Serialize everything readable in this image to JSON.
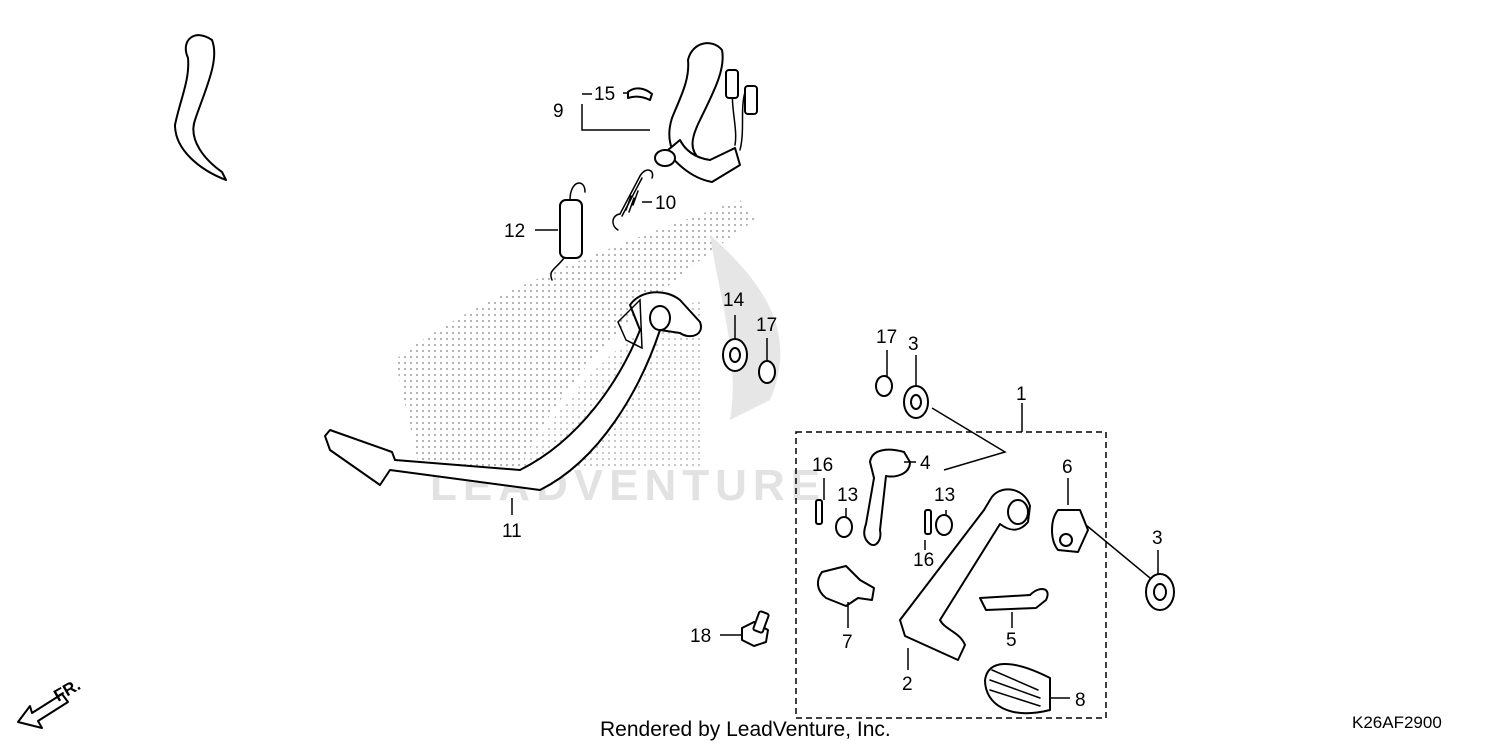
{
  "diagram": {
    "callouts": [
      {
        "id": "p1",
        "label": "1"
      },
      {
        "id": "p2",
        "label": "2"
      },
      {
        "id": "p3a",
        "label": "3"
      },
      {
        "id": "p3b",
        "label": "3"
      },
      {
        "id": "p4",
        "label": "4"
      },
      {
        "id": "p5",
        "label": "5"
      },
      {
        "id": "p6",
        "label": "6"
      },
      {
        "id": "p7",
        "label": "7"
      },
      {
        "id": "p8",
        "label": "8"
      },
      {
        "id": "p9",
        "label": "9"
      },
      {
        "id": "p10",
        "label": "10"
      },
      {
        "id": "p11",
        "label": "11"
      },
      {
        "id": "p12",
        "label": "12"
      },
      {
        "id": "p13a",
        "label": "13"
      },
      {
        "id": "p13b",
        "label": "13"
      },
      {
        "id": "p14",
        "label": "14"
      },
      {
        "id": "p15",
        "label": "15"
      },
      {
        "id": "p16a",
        "label": "16"
      },
      {
        "id": "p16b",
        "label": "16"
      },
      {
        "id": "p17a",
        "label": "17"
      },
      {
        "id": "p17b",
        "label": "17"
      },
      {
        "id": "p18",
        "label": "18"
      }
    ],
    "direction_label": "FR.",
    "watermark_text": "LEADVENTURE",
    "credit": "Rendered by LeadVenture, Inc.",
    "diagram_code": "K26AF2900"
  }
}
